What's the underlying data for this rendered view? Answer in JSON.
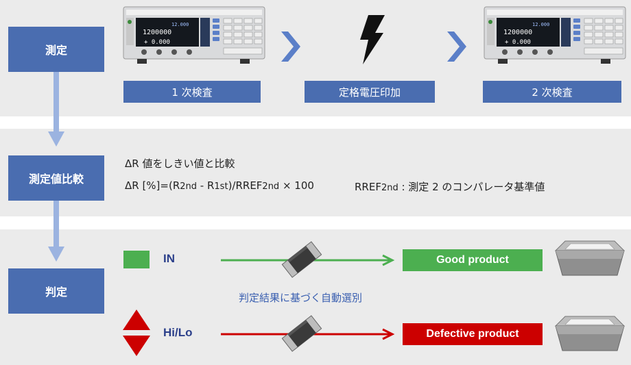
{
  "steps": {
    "measure": "測定",
    "compare": "測定値比較",
    "judge": "判定"
  },
  "process": {
    "first": "1 次検査",
    "apply": "定格電圧印加",
    "second": "2 次検査"
  },
  "comparison": {
    "heading": "ΔR 値をしきい値と比較",
    "formula_main": "ΔR [%]=(R",
    "formula_2nd": "2nd",
    "formula_mid": " - R",
    "formula_1st": "1st",
    "formula_rref": ")/RREF",
    "formula_rref_sub": "2nd",
    "formula_tail": " × 100",
    "note_rref": "RREF",
    "note_sub": "2nd",
    "note_text": " : 測定 2 のコンパレータ基準値"
  },
  "judgement": {
    "in_label": "IN",
    "hilo_label": "Hi/Lo",
    "good": "Good product",
    "defective": "Defective product",
    "sort_note": "判定結果に基づく自動選別"
  },
  "colors": {
    "step_blue": "#4a6db0",
    "good_green": "#4caf50",
    "defect_red": "#cc0000",
    "band_gray": "#ebebeb",
    "arrow_blue": "#9bb3e0"
  },
  "icons": {
    "meter": "resistance-meter-icon",
    "lightning": "lightning-bolt-icon",
    "chip": "chip-resistor-icon",
    "tray": "sorting-tray-icon"
  }
}
